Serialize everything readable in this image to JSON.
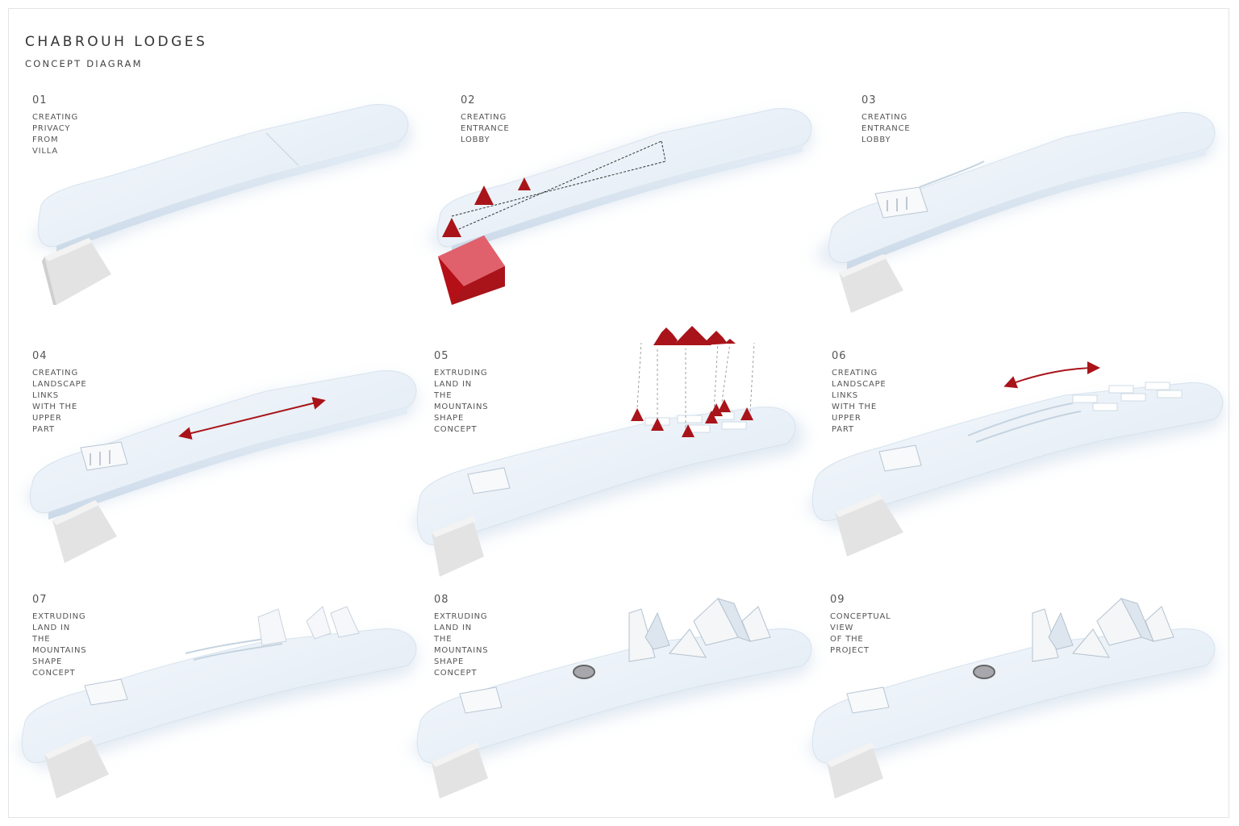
{
  "header": {
    "title": "CHABROUH LODGES",
    "subtitle": "CONCEPT DIAGRAM"
  },
  "colors": {
    "accent": "#a8141a",
    "accent_light": "#e8707a",
    "massing": "#ecf2f8",
    "shadow": "#c9d8e8",
    "villa": "#e6e6e6"
  },
  "steps": [
    {
      "num": "01",
      "caption": "CREATING PRIVACY FROM VILLA"
    },
    {
      "num": "02",
      "caption": "CREATING ENTRANCE LOBBY"
    },
    {
      "num": "03",
      "caption": "CREATING ENTRANCE LOBBY"
    },
    {
      "num": "04",
      "caption": "CREATING LANDSCAPE LINKS\nWITH THE UPPER PART"
    },
    {
      "num": "05",
      "caption": "EXTRUDING LAND IN THE\nMOUNTAINS SHAPE CONCEPT"
    },
    {
      "num": "06",
      "caption": "CREATING LANDSCAPE LINKS\nWITH THE UPPER PART"
    },
    {
      "num": "07",
      "caption": "EXTRUDING LAND IN THE\nMOUNTAINS SHAPE CONCEPT"
    },
    {
      "num": "08",
      "caption": "EXTRUDING LAND IN THE\nMOUNTAINS SHAPE CONCEPT"
    },
    {
      "num": "09",
      "caption": "CONCEPTUAL VIEW\nOF THE PROJECT"
    }
  ]
}
